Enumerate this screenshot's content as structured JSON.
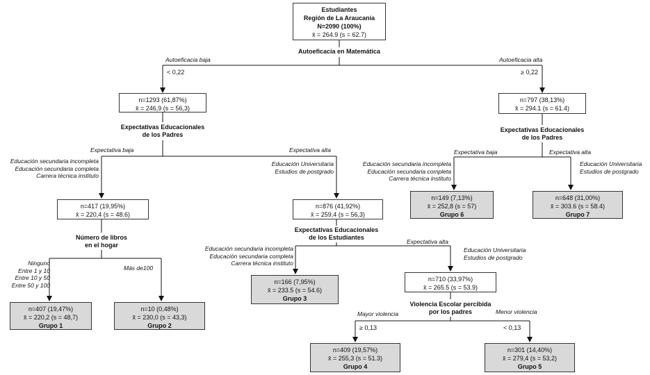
{
  "root": {
    "l1": "Estudiantes",
    "l2": "Región de La Araucanía",
    "l3": "N=2090 (100%)",
    "l4": "x̄ = 264.9  (s = 62.7)"
  },
  "split_root": "Autoeficacia  en Matemática",
  "branch_root_left": {
    "label": "Autoeficacia  baja",
    "cond": "< 0,22"
  },
  "branch_root_right": {
    "label": "Autoeficacia alta",
    "cond": "≥ 0,22"
  },
  "n_left": {
    "l1": "n=1293 (61,87%)",
    "l2": "x̄ = 246,9  (s = 56,3)"
  },
  "n_right": {
    "l1": "n=797 (38,13%)",
    "l2": "x̄ = 294.1  (s = 61.4)"
  },
  "split_padres_left": {
    "l1": "Expectativas Educacionales",
    "l2": "de los Padres"
  },
  "split_padres_right": {
    "l1": "Expectativas Educacionales",
    "l2": "de los Padres"
  },
  "ll_branch": {
    "label": "Expectativa baja",
    "cats": [
      "Educación secundaria incompleta",
      "Educación secundaria completa",
      "Carrera técnica instituto"
    ]
  },
  "lr_branch": {
    "label": "Expectativa alta",
    "cats": [
      "Educación Universitaria",
      "Estudios de postgrado"
    ]
  },
  "rl_branch": {
    "label": "Expectativa baja",
    "cats": [
      "Educación secundaria incompleta",
      "Educación secundaria completa",
      "Carrera técnica instituto"
    ]
  },
  "rr_branch": {
    "label": "Expectativa alta",
    "cats": [
      "Educación Universitaria",
      "Estudios de postgrado"
    ]
  },
  "n_417": {
    "l1": "n=417 (19,95%)",
    "l2": "x̄ = 220,4  (s = 48.6)"
  },
  "n_876": {
    "l1": "n=876 (41,92%)",
    "l2": "x̄ = 259,4  (s = 56,3)"
  },
  "g6": {
    "l1": "n=149 (7,13%)",
    "l2": "x̄ = 252,8  (s = 57)",
    "l3": "Grupo 6"
  },
  "g7": {
    "l1": "n=648 (31,00%)",
    "l2": "x̄ = 303.6  (s = 58.4)",
    "l3": "Grupo 7"
  },
  "split_libros": {
    "l1": "Número de libros",
    "l2": "en el hogar"
  },
  "libros_left": {
    "cats": [
      "Ninguno",
      "Entre 1 y 10",
      "Entre 10 y 50",
      "Entre 50 y 100"
    ]
  },
  "libros_right": {
    "label": "Más de100"
  },
  "g1": {
    "l1": "n=407 (19,47%)",
    "l2": "x̄ = 220,2  (s = 48,7)",
    "l3": "Grupo 1"
  },
  "g2": {
    "l1": "n=10 (0,48%)",
    "l2": "x̄ = 230,0  (s = 43,3)",
    "l3": "Grupo 2"
  },
  "split_est": {
    "l1": "Expectativas Educacionales",
    "l2": "de los Estudiantes"
  },
  "est_left": {
    "cats": [
      "Educación secundaria incompleta",
      "Educación secundaria completa",
      "Carrera técnica instituto"
    ]
  },
  "est_right": {
    "label": "Expectativa alta",
    "cats": [
      "Educación Universitaria",
      "Estudios de postgrado"
    ]
  },
  "g3": {
    "l1": "n=166 (7,95%)",
    "l2": "x̄ = 233.5  (s = 54.6)",
    "l3": "Grupo 3"
  },
  "n_710": {
    "l1": "n=710 (33,97%)",
    "l2": "x̄ = 265.5  (s = 53.9)"
  },
  "split_viol": {
    "l1": "Violencia Escolar percibida",
    "l2": "por los padres"
  },
  "viol_left": {
    "label": "Mayor violencia",
    "cond": "≥ 0,13"
  },
  "viol_right": {
    "label": "Menor violencia",
    "cond": "< 0,13"
  },
  "g4": {
    "l1": "n=409 (19,57%)",
    "l2": "x̄ = 255,3  (s = 51.3)",
    "l3": "Grupo 4"
  },
  "g5": {
    "l1": "n=301 (14,40%)",
    "l2": "x̄ = 279,4  (s = 53,2)",
    "l3": "Grupo 5"
  }
}
